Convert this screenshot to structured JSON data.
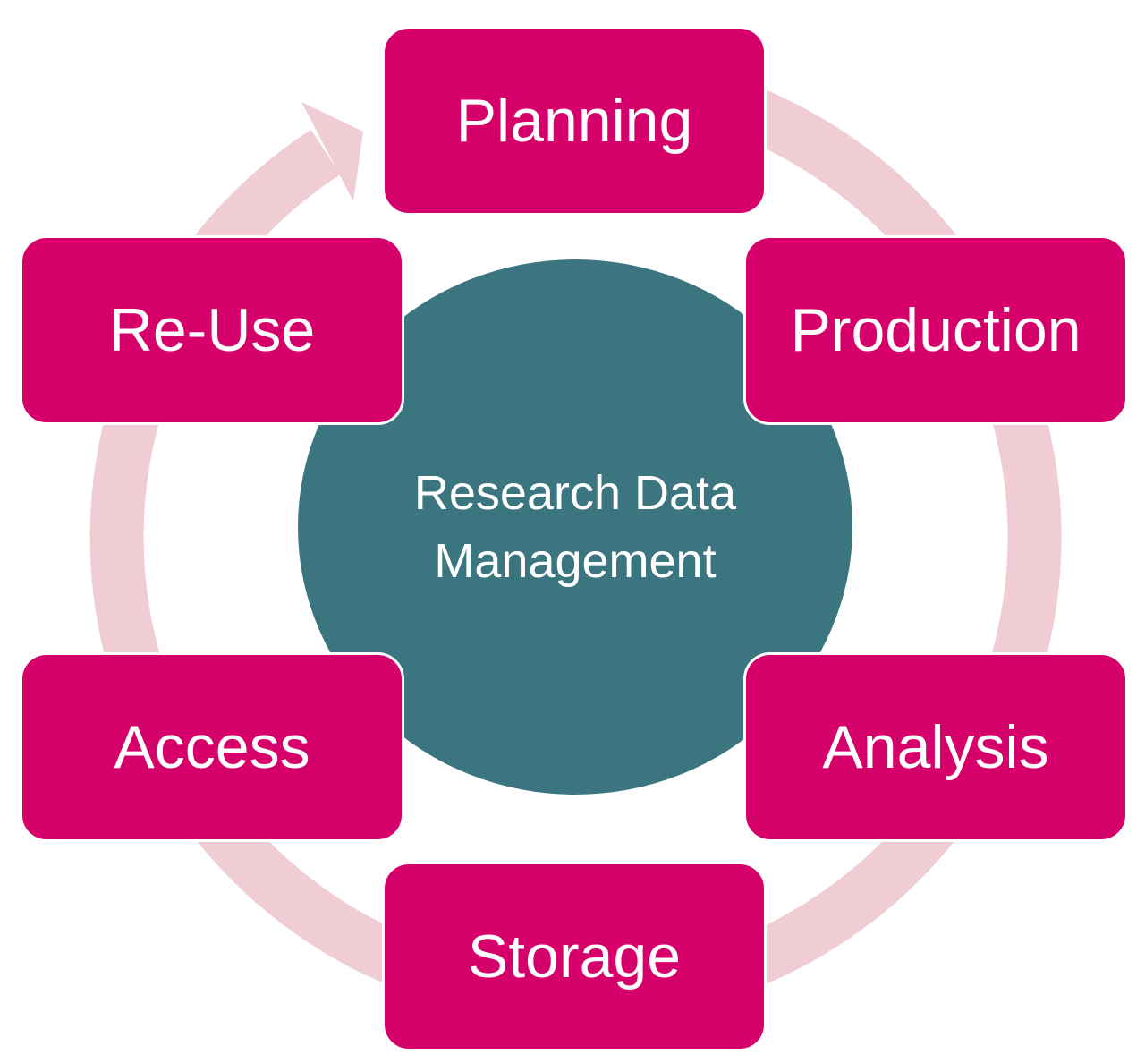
{
  "center": {
    "line1": "Research Data",
    "line2": "Management"
  },
  "stages": [
    "Planning",
    "Production",
    "Analysis",
    "Storage",
    "Access",
    "Re-Use"
  ],
  "colors": {
    "box": "#D6006B",
    "center": "#3A7580",
    "ring": "#F0CDD5"
  }
}
